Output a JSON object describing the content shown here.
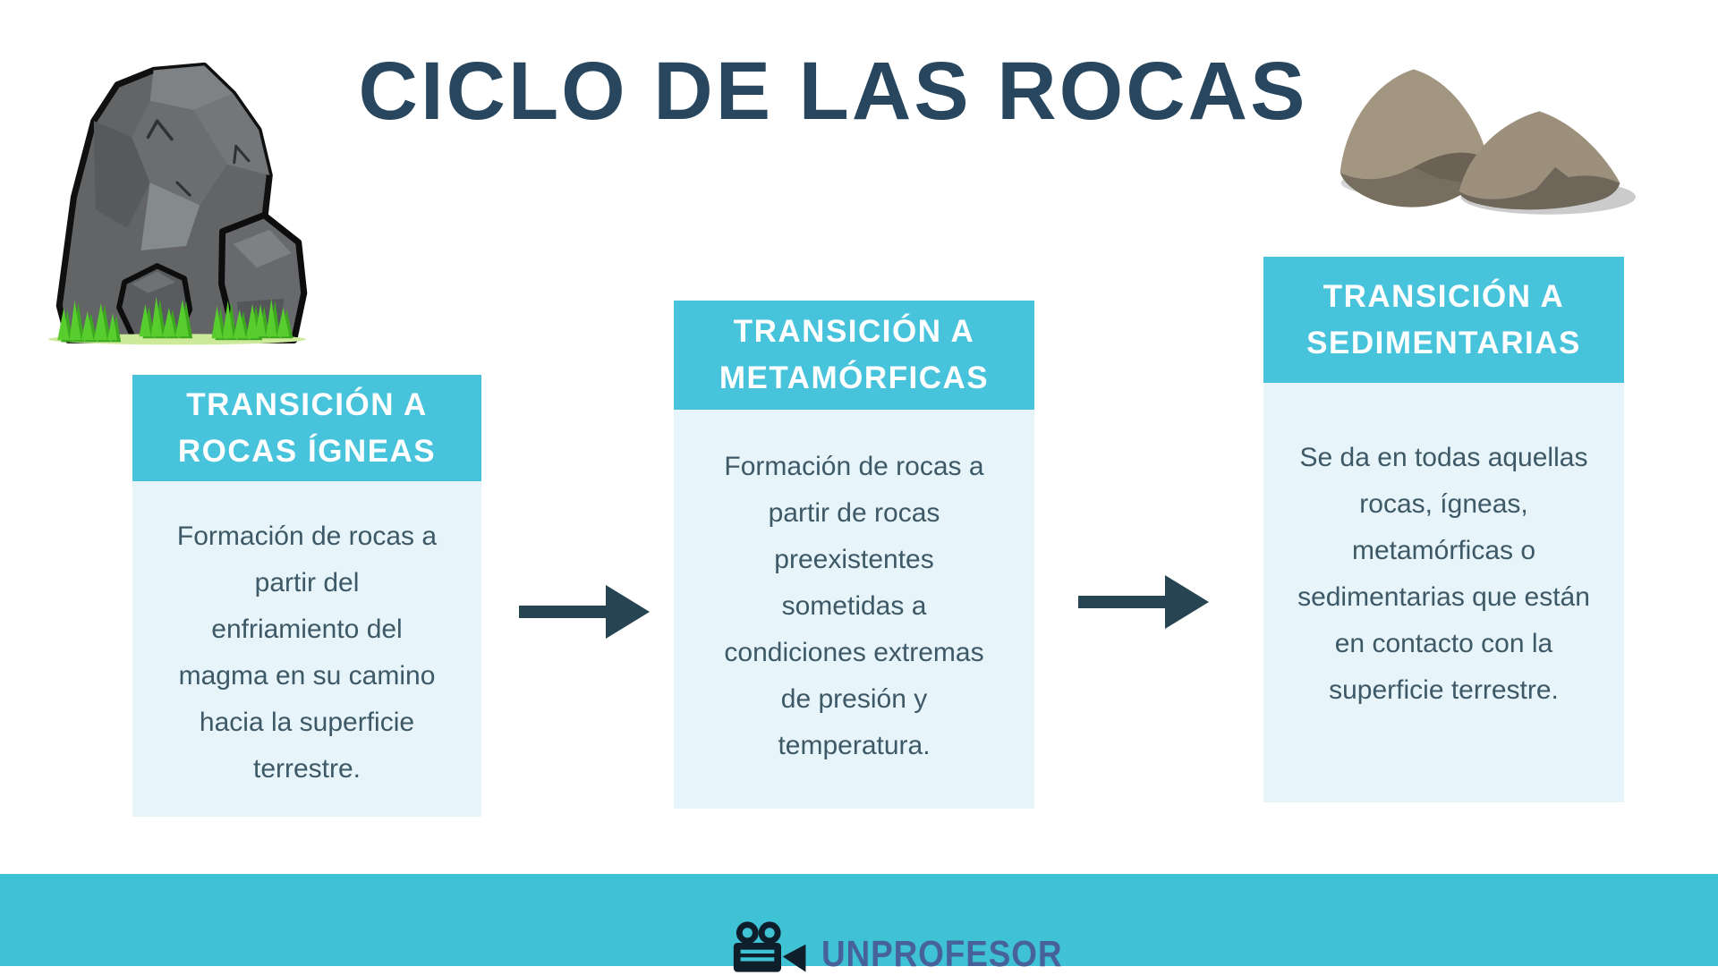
{
  "title": "CICLO DE LAS ROCAS",
  "cards": [
    {
      "header": "TRANSICIÓN A\nROCAS ÍGNEAS",
      "body": "Formación de rocas a\npartir del\nenfriamiento del\nmagma en su camino\nhacia la superficie\nterrestre."
    },
    {
      "header": "TRANSICIÓN A\nMETAMÓRFICAS",
      "body": "Formación de rocas a\npartir de rocas\npreexistentes\nsometidas a\ncondiciones extremas\nde presión y\ntemperatura."
    },
    {
      "header": "TRANSICIÓN A\nSEDIMENTARIAS",
      "body": "Se da en todas aquellas\nrocas, ígneas,\nmetamórficas o\nsedimentarias que están\nen contacto con la\nsuperficie terrestre."
    }
  ],
  "footer": {
    "brand": "UNPROFESOR"
  },
  "icons": {
    "left_illustration": "boulder-grass-icon",
    "right_illustration": "stones-icon",
    "flow_arrow": "right-arrow-icon",
    "brand_icon": "video-camera-icon"
  },
  "colors": {
    "title_navy": "#28475e",
    "card_header_cyan": "#48c3dc",
    "card_body_bg": "#e7f4fa",
    "card_body_text": "#3d5866",
    "arrow_navy": "#264452",
    "footer_bar_cyan": "#3fc2d4",
    "brand_blue": "#47619b"
  }
}
